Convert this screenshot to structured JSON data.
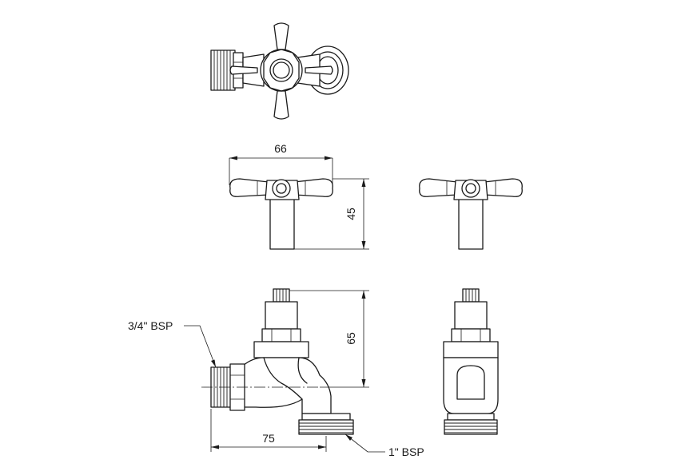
{
  "labels": {
    "width_66": "66",
    "height_45": "45",
    "height_65": "65",
    "length_75": "75",
    "inlet_bsp": "3/4\" BSP",
    "outlet_bsp": "1\" BSP"
  }
}
